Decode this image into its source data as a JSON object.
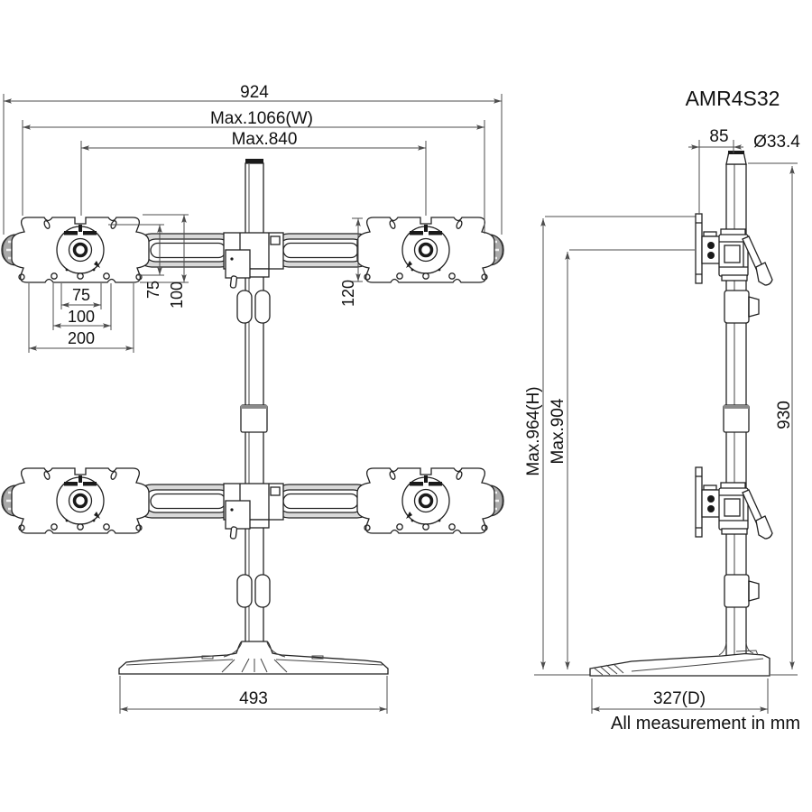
{
  "meta": {
    "title": "AMR4S32",
    "note": "All measurement in mm"
  },
  "front_view": {
    "dim_arm_span": "924",
    "dim_max_width": "Max.1066(W)",
    "dim_max_840": "Max.840",
    "dim_vesa_75_horizontal": "75",
    "dim_vesa_100_horizontal": "100",
    "dim_plate_200": "200",
    "dim_vesa_75_vertical": "75",
    "dim_vesa_100_vertical": "100",
    "dim_plate_height_120": "120",
    "dim_base_width": "493"
  },
  "side_view": {
    "dim_offset_85": "85",
    "dim_pole_diameter": "Ø33.4",
    "dim_pole_height_930": "930",
    "dim_max_height": "Max.964(H)",
    "dim_max_904": "Max.904",
    "dim_base_depth": "327(D)"
  },
  "colors": {
    "background": "#ffffff",
    "drawing_line": "#222222",
    "dimension_line": "#4d4d4d",
    "text": "#111111"
  }
}
